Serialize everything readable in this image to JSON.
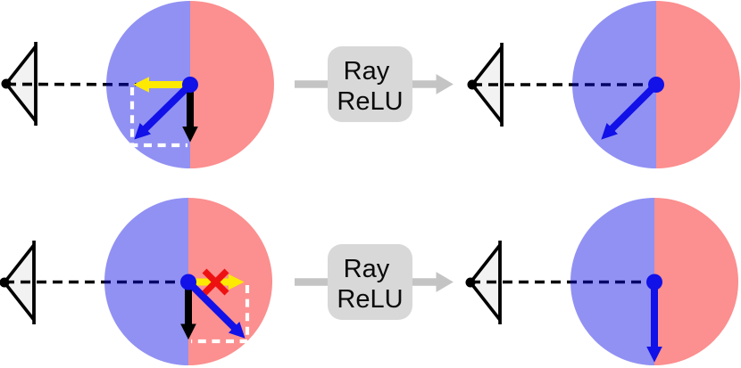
{
  "figure": {
    "operator": {
      "line1": "Ray",
      "line2": "ReLU"
    },
    "colors": {
      "half_blue": "rgba(10,10,228,0.45)",
      "half_red": "rgba(248,6,6,0.45)",
      "vector_blue": "#1111e8",
      "component_yellow": "#fdea00",
      "component_black": "#000000",
      "cross_red": "#ee1111",
      "guide_white": "#ffffff",
      "ray_black": "#000000",
      "operator_box": "#d8d8d8",
      "operator_arrow": "#c4c4c4",
      "camera_fill": "#f2f2f2",
      "camera_stroke": "#000000"
    },
    "panels": {
      "top_input": {
        "vector": "down-left",
        "components": [
          "left (toward camera)",
          "down"
        ],
        "rejected_component": null
      },
      "top_output": {
        "vector": "down-left (unchanged)"
      },
      "bottom_input": {
        "vector": "down-right",
        "components": [
          "right (away from camera)",
          "down"
        ],
        "rejected_component": "right"
      },
      "bottom_output": {
        "vector": "straight down (clipped)"
      }
    }
  }
}
